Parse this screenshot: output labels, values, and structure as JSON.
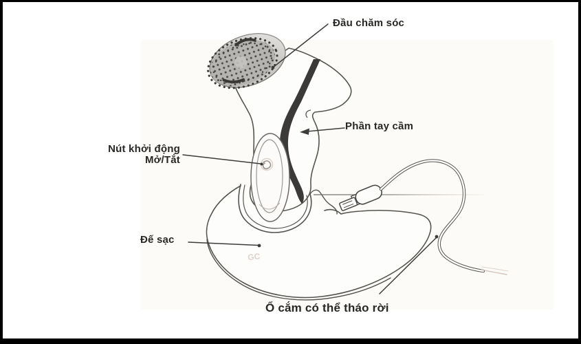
{
  "diagram": {
    "type": "labeled-product-diagram",
    "subject": "facial cleansing brush with charging dock",
    "labels": {
      "head": "Đầu chăm sóc",
      "handle": "Phần tay cầm",
      "power_button": "Nút khởi động",
      "power_button_sub": "Mở/Tắt",
      "dock": "Đế sạc",
      "plug": "Ổ cắm có thể tháo rời"
    },
    "base_mark": "GC",
    "colors": {
      "frame": "#000000",
      "paper": "#ffffff",
      "outline": "#4f4e4b",
      "stripe": "#3b3a38",
      "brush_face": "#b5b4b1",
      "brush_rim": "#c9c8c5",
      "label_text": "#282724"
    }
  }
}
